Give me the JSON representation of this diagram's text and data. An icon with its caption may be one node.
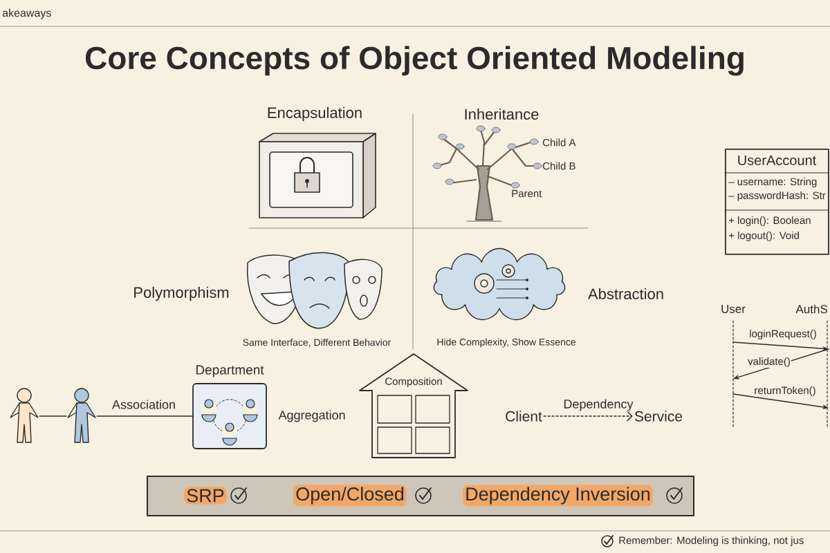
{
  "diagram": {
    "title": "Core Concepts of Object Oriented Modeling",
    "nodes": [
      {
        "text": [],
        "shape": "person"
      },
      {
        "text": [],
        "shape": "person"
      },
      {
        "text": [
          "Department"
        ],
        "beside": [
          "Aggregation"
        ]
      },
      {
        "text": [
          "Composition"
        ]
      },
      {
        "text": [
          "Client"
        ]
      },
      {
        "text": [
          "Service"
        ]
      },
      {
        "text": [
          "User"
        ]
      },
      {
        "text": [
          "AuthS"
        ]
      },
      {
        "text": [
          "UserAccount",
          "– username: String",
          "– passwordHash: Str",
          "+ login(): Boolean",
          "+ logout(): Void"
        ]
      },
      {
        "text": [
          "SRP",
          "Open/Closed",
          "Dependency Inversion"
        ]
      }
    ],
    "edges": [
      {
        "from": 0,
        "to": 1,
        "arrow": "none"
      },
      {
        "from": 1,
        "to": 2,
        "arrow": "none",
        "label": "Association"
      },
      {
        "from": 4,
        "to": 5,
        "arrow": "to",
        "label": "Dependency",
        "style": "dashed"
      },
      {
        "from": 6,
        "to": 7,
        "arrow": "to",
        "label": "loginRequest()"
      },
      {
        "from": 7,
        "to": 6,
        "arrow": "to",
        "label": "validate()"
      },
      {
        "from": 6,
        "to": 7,
        "arrow": "to",
        "label": "returnToken()"
      }
    ],
    "labels": [
      "akeaways",
      "Encapsulation",
      "Inheritance",
      "Child A",
      "Child B",
      "Parent",
      "Polymorphism",
      "Same Interface, Different Behavior",
      "Abstraction",
      "Hide Complexity, Show Essence",
      "Remember: Modeling is thinking, not jus"
    ]
  }
}
